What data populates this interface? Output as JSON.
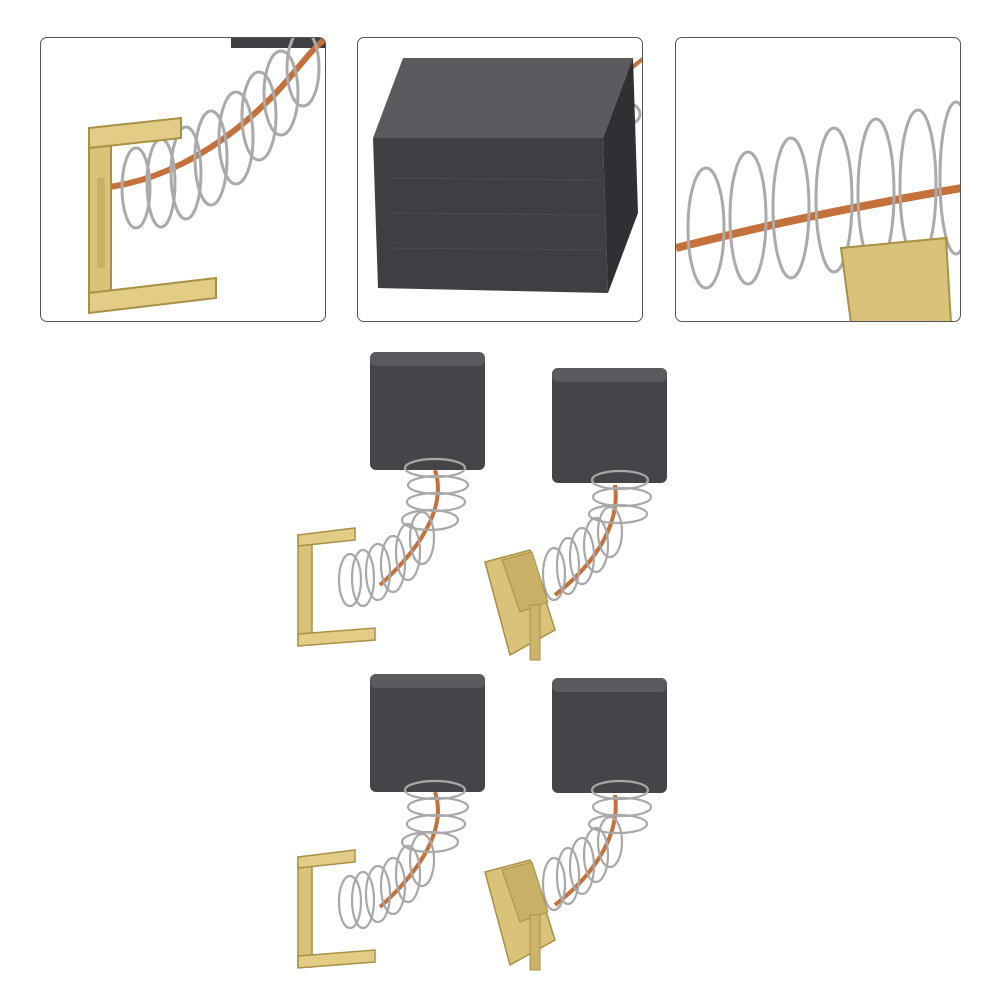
{
  "image": {
    "subject": "carbon-motor-brushes",
    "brush_count": 4,
    "detail_panels": 3,
    "colors": {
      "background": "#ffffff",
      "panel_border": "#555555",
      "carbon": "#3f3f43",
      "carbon_light": "#5a5a5f",
      "spring": "#b9b9b9",
      "copper": "#c5713b",
      "brass": "#d9c27a",
      "brass_dark": "#a89047"
    },
    "icons": [
      "spring-icon",
      "copper-wire-icon",
      "brass-terminal-icon",
      "carbon-block-icon"
    ]
  }
}
